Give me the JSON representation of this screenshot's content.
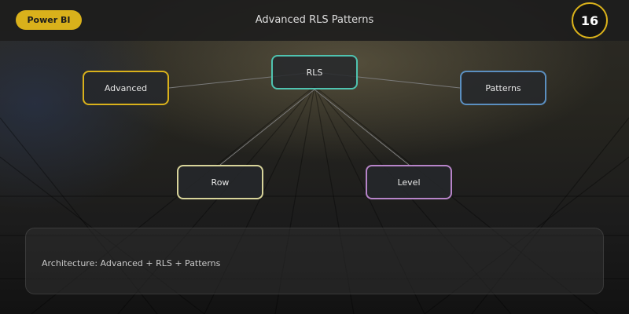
{
  "header": {
    "brand_label": "Power BI",
    "title": "Advanced RLS Patterns",
    "page_number": "16"
  },
  "diagram": {
    "nodes": [
      {
        "id": "advanced",
        "label": "Advanced",
        "border_color": "#d9b11b"
      },
      {
        "id": "rls",
        "label": "RLS",
        "border_color": "#4fc3b0"
      },
      {
        "id": "patterns",
        "label": "Patterns",
        "border_color": "#5b8fc0"
      },
      {
        "id": "row",
        "label": "Row",
        "border_color": "#d8d49a"
      },
      {
        "id": "level",
        "label": "Level",
        "border_color": "#b784c9"
      }
    ],
    "edges": [
      {
        "from": "rls",
        "to": "advanced"
      },
      {
        "from": "rls",
        "to": "patterns"
      },
      {
        "from": "rls",
        "to": "row"
      },
      {
        "from": "rls",
        "to": "level"
      }
    ]
  },
  "caption": {
    "text": "Architecture: Advanced + RLS + Patterns"
  },
  "colors": {
    "accent": "#d9b11b",
    "edge": "#7a7a7a"
  }
}
